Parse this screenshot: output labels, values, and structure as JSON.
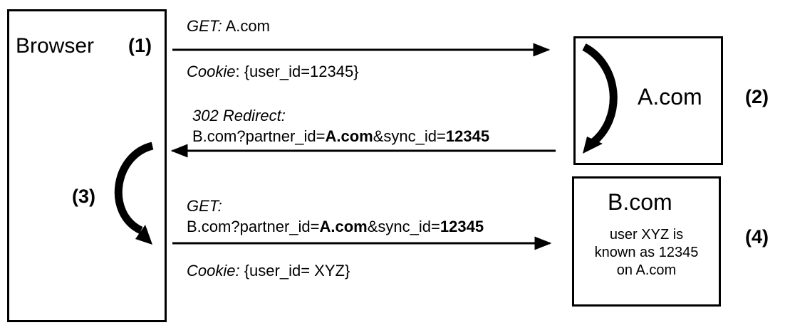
{
  "browser": {
    "label": "Browser",
    "step": "(1)"
  },
  "acom": {
    "label": "A.com",
    "step": "(2)"
  },
  "bcom": {
    "label": "B.com",
    "step": "(4)",
    "note": [
      "user XYZ is",
      "known as 12345",
      "on A.com"
    ]
  },
  "loop_step": "(3)",
  "msg1": {
    "method": "GET:",
    "host": " A.com",
    "cookie_key": "Cookie",
    "cookie_val": ": {user_id=12345}"
  },
  "msg2": {
    "status": "302 Redirect:",
    "url_a": "B.com?partner_id=",
    "url_b": "A.com",
    "url_c": "&sync_id=",
    "url_d": "12345"
  },
  "msg3": {
    "method": "GET:",
    "url_a": "B.com?partner_id=",
    "url_b": "A.com",
    "url_c": "&sync_id=",
    "url_d": "12345",
    "cookie_key": "Cookie:",
    "cookie_val": " {user_id= XYZ}"
  }
}
